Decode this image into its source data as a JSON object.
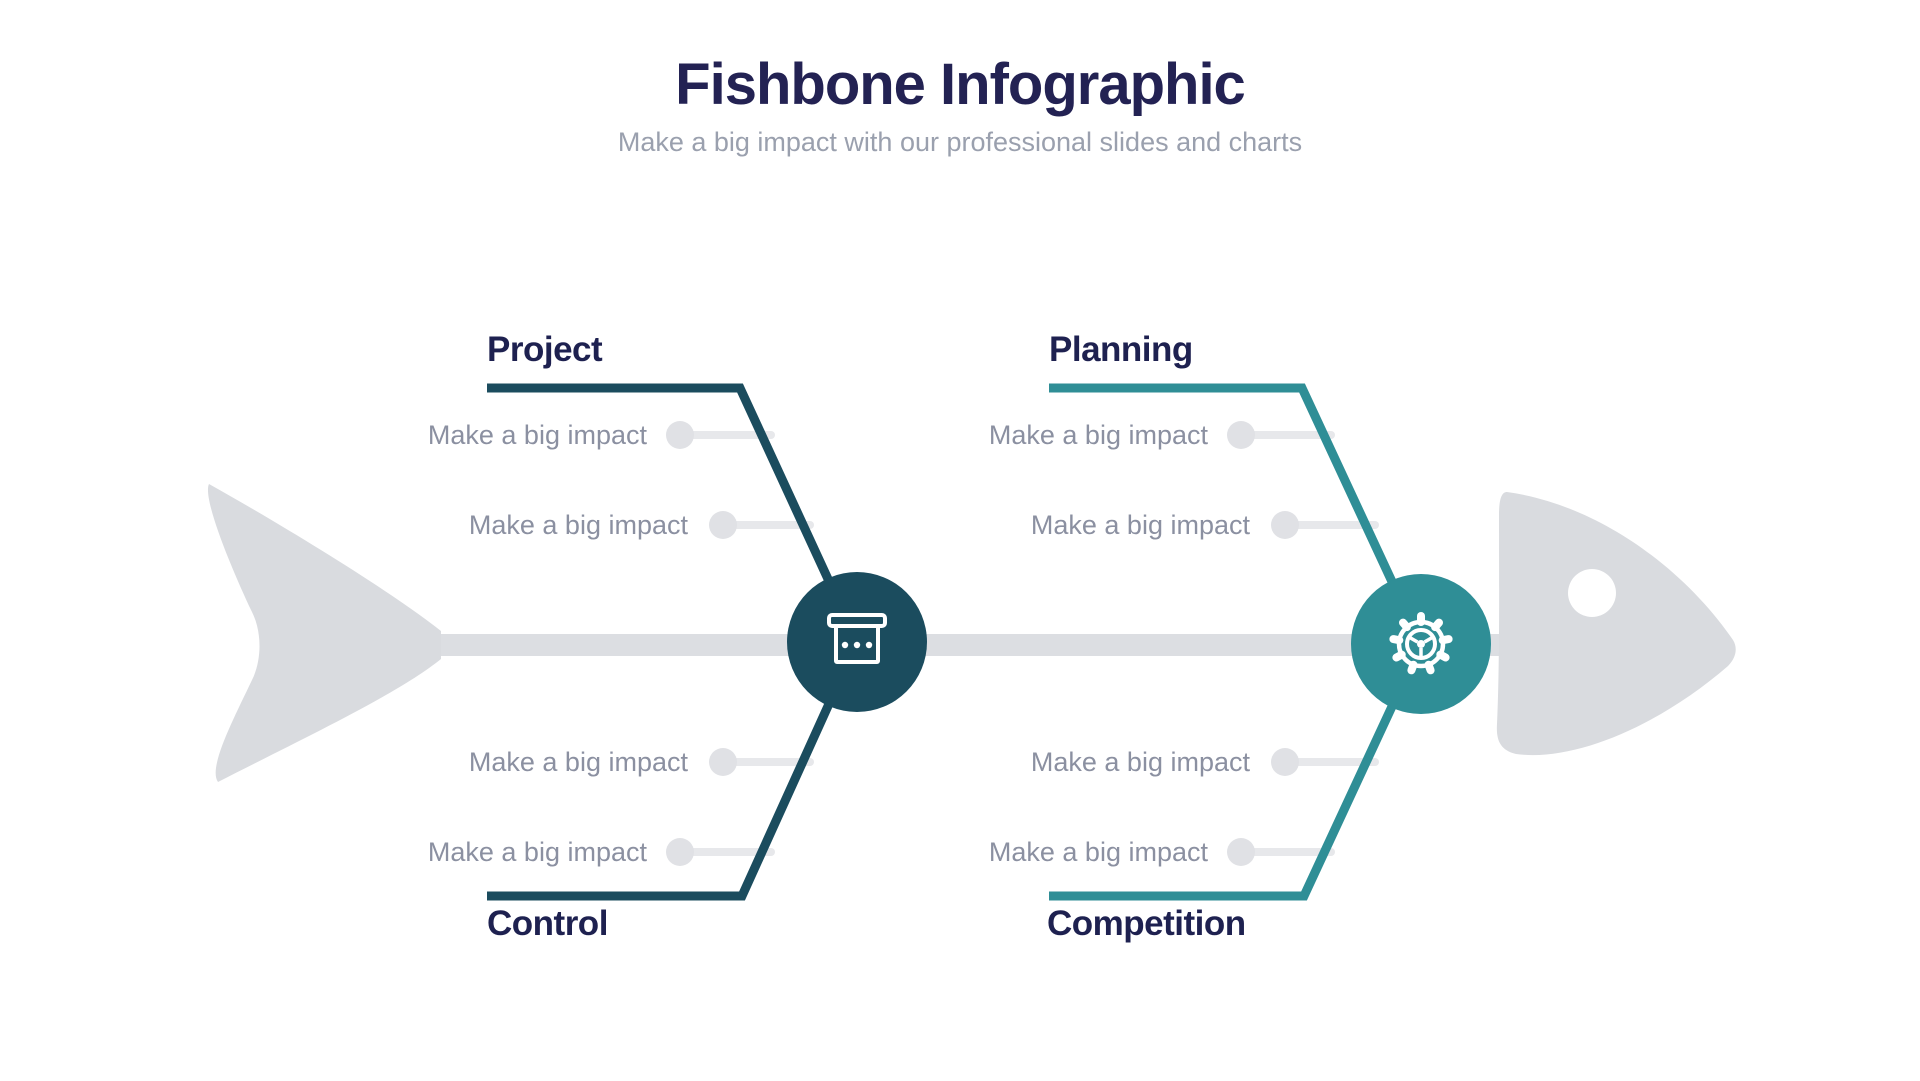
{
  "header": {
    "title": "Fishbone Infographic",
    "subtitle": "Make a big impact with our professional slides and charts"
  },
  "colors": {
    "accent_dark": "#1b4c5e",
    "accent_teal": "#2f8e96",
    "fish_gray": "#d9dbdf",
    "spine_gray": "#dcdee2",
    "connector_gray": "#e7e8eb",
    "dot_gray": "#e0e1e5",
    "title_navy": "#232253",
    "label_navy": "#1e2150",
    "muted_text_gray": "#8b90a1",
    "subtitle_gray": "#9aa0ae"
  },
  "diagram": {
    "type": "fishbone",
    "branches": [
      {
        "id": "project",
        "label": "Project",
        "position": "top-left",
        "color": "#1b4c5e",
        "items": [
          "Make a big impact",
          "Make a big impact"
        ]
      },
      {
        "id": "planning",
        "label": "Planning",
        "position": "top-right",
        "color": "#2f8e96",
        "items": [
          "Make a big impact",
          "Make a big impact"
        ]
      },
      {
        "id": "control",
        "label": "Control",
        "position": "bottom-left",
        "color": "#1b4c5e",
        "items": [
          "Make a big impact",
          "Make a big impact"
        ]
      },
      {
        "id": "competition",
        "label": "Competition",
        "position": "bottom-right",
        "color": "#2f8e96",
        "items": [
          "Make a big impact",
          "Make a big impact"
        ]
      }
    ],
    "nodes": [
      {
        "icon": "archive-box-icon",
        "color": "#1b4c5e"
      },
      {
        "icon": "steering-gear-icon",
        "color": "#2f8e96"
      }
    ]
  }
}
